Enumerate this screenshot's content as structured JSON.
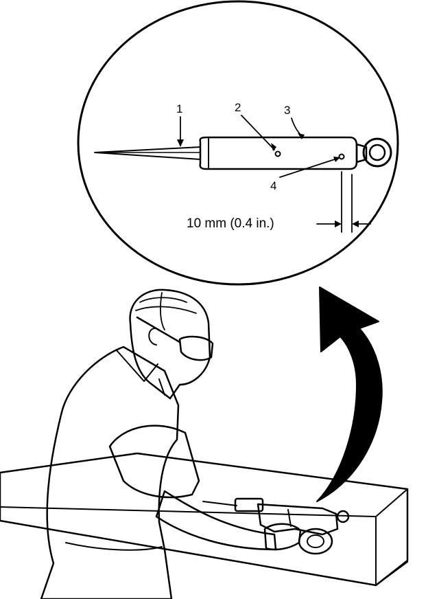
{
  "callouts": {
    "probe": "1",
    "center_hole": "2",
    "body": "3",
    "end_hole": "4"
  },
  "dimension": {
    "label": "10 mm (0.4 in.)"
  },
  "colors": {
    "ink": "#000000",
    "paper": "#ffffff"
  }
}
